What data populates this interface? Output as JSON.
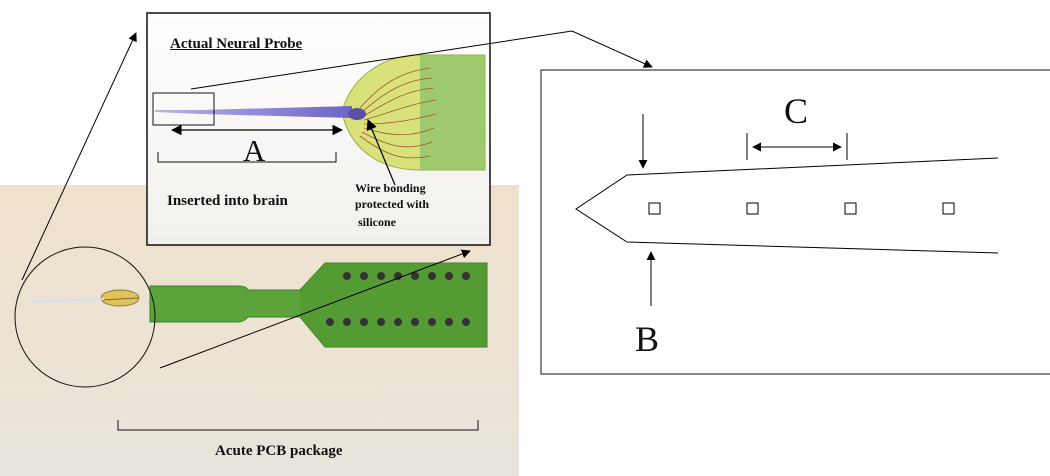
{
  "figure": {
    "inset": {
      "title": "Actual Neural Probe",
      "dimension_a": "A",
      "insert_caption": "Inserted into brain",
      "wire_note_line1": "Wire bonding",
      "wire_note_line2": "protected with",
      "wire_note_line3": "silicone"
    },
    "package": {
      "caption": "Acute PCB package"
    },
    "schematic": {
      "dimension_b": "B",
      "dimension_c": "C",
      "site_count": 4
    }
  }
}
